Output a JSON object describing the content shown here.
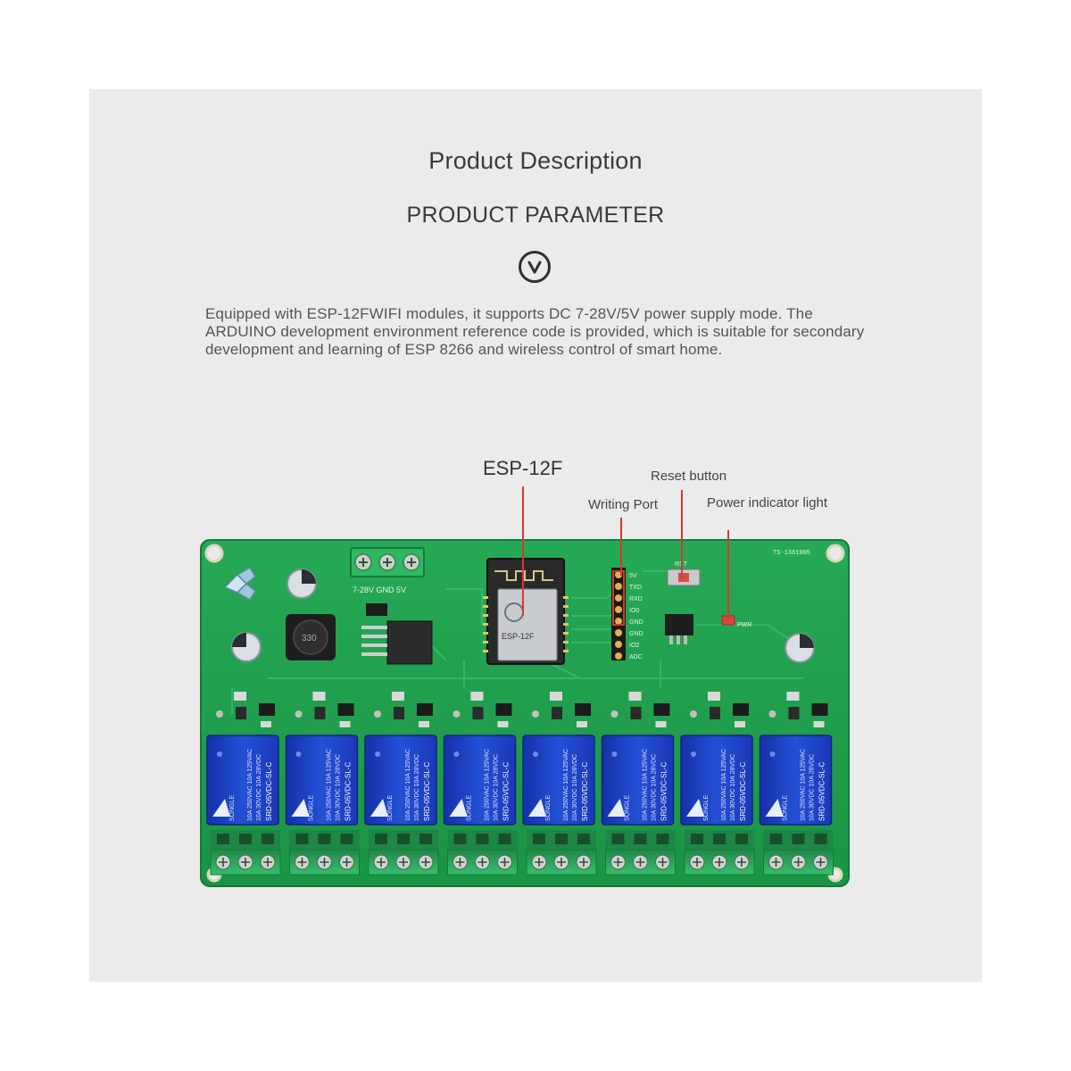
{
  "header": {
    "title": "Product Description",
    "subtitle": "PRODUCT PARAMETER"
  },
  "description": "Equipped with ESP-12FWIFI modules, it supports DC 7-28V/5V power supply mode. The ARDUINO development environment reference code is provided, which is suitable for secondary development and learning of ESP 8266 and wireless control of smart home.",
  "callouts": {
    "module": "ESP-12F",
    "reset": "Reset button",
    "writing_port": "Writing Port",
    "power_light": "Power indicator light"
  },
  "board": {
    "relay_count": 8,
    "power_label": "7-28V GND 5V",
    "serial": "TS-1361905",
    "pin_labels": [
      "5V",
      "TXD",
      "RXD",
      "IO0",
      "GND",
      "GND",
      "IO2",
      "ADC"
    ],
    "relay_text": [
      "SONGLE",
      "SRD-05VDC-SL-C",
      "10A 250VAC 10A 125VAC",
      "10A 30VDC 10A 28VDC"
    ],
    "module_text": [
      "ESP-12F"
    ],
    "reset_label": "RST",
    "power_led_label": "PWR"
  },
  "icons": {
    "badge": "chevron-down-circle-icon",
    "logo": "brand-logo-icon"
  },
  "colors": {
    "background": "#ebebeb",
    "pcb": "#1e9e4a",
    "relay": "#1d3fc4",
    "terminal": "#2fb866",
    "callout_line": "#d43a2a"
  }
}
